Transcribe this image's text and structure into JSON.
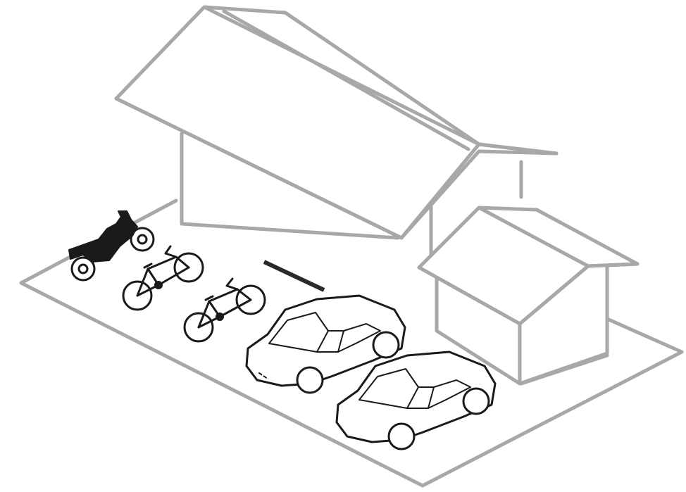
{
  "scene": {
    "objects": [
      {
        "kind": "house-main",
        "icon": "house-icon"
      },
      {
        "kind": "shed",
        "icon": "shed-icon"
      },
      {
        "kind": "motorcycle",
        "icon": "motorcycle-icon"
      },
      {
        "kind": "bicycle",
        "icon": "bicycle-icon",
        "count": 2
      },
      {
        "kind": "car",
        "icon": "car-icon",
        "count": 2
      }
    ],
    "colors": {
      "outline": "#a8a8a8",
      "ink": "#1a1a1a",
      "background": "#ffffff"
    }
  }
}
